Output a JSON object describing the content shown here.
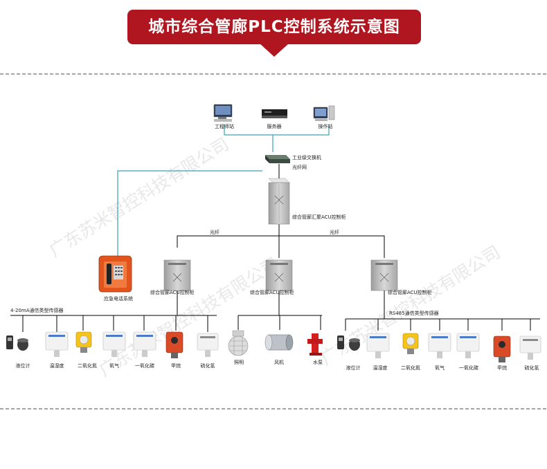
{
  "title": "城市综合管廊PLC控制系统示意图",
  "top_devices": {
    "engineering_station": "工程师站",
    "server": "服务器",
    "operator_station": "操作站",
    "switch": "工业级交换机",
    "fiber_network": "光纤网",
    "main_cabinet": "综合管廊汇聚ACU控制柜"
  },
  "links": {
    "fiber_left": "光纤",
    "fiber_right": "光纤"
  },
  "emergency_phone": "应急电话系统",
  "acu_cabinets": {
    "left": "综合管廊ACU控制柜",
    "middle": "综合管廊ACU控制柜",
    "right": "综合管廊ACU控制柜"
  },
  "left_sensors": {
    "bus_label": "4-20mA通信类型传感器",
    "items": [
      "液位计",
      "温湿度",
      "二氧化氮",
      "氧气",
      "一氧化碳",
      "甲烷",
      "硫化氢"
    ]
  },
  "middle_devices": {
    "items": [
      "照明",
      "风机",
      "水泵"
    ]
  },
  "right_sensors": {
    "bus_label": "RS485通信类型传感器",
    "items": [
      "液位计",
      "温湿度",
      "二氧化氮",
      "氧气",
      "一氧化碳",
      "甲烷",
      "硫化氢"
    ]
  },
  "watermark": [
    "广东苏米智控科技有限公司",
    "广东苏米智控科技有限公司",
    "广东苏米智控科技有限公司"
  ],
  "colors": {
    "banner": "#b0161f",
    "line": "#000000",
    "teal_link": "#3c9fb0",
    "cabinet": "#c8c8c8"
  }
}
